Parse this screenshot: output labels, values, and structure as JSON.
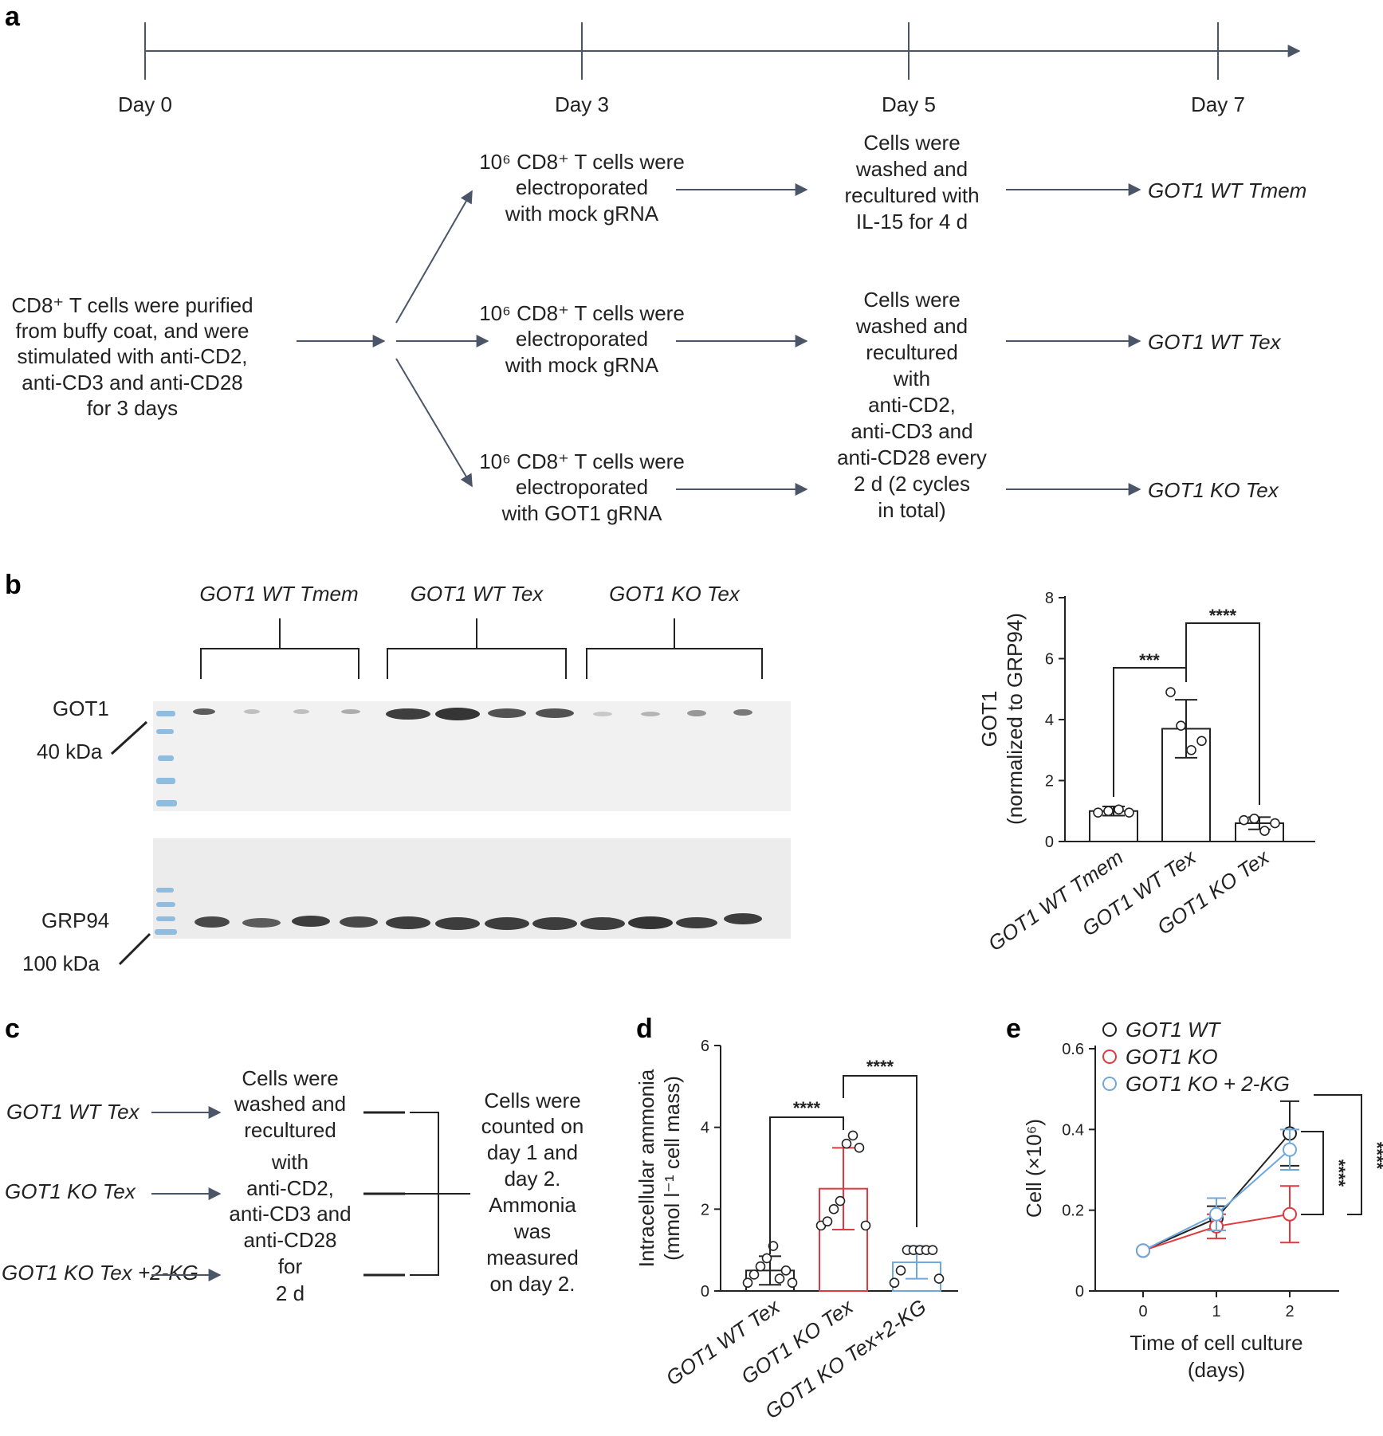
{
  "panels": {
    "a": "a",
    "b": "b",
    "c": "c",
    "d": "d",
    "e": "e"
  },
  "a": {
    "days": [
      "Day 0",
      "Day 3",
      "Day 5",
      "Day 7"
    ],
    "start": [
      "CD8⁺ T cells were purified",
      "from buffy coat, and were",
      "stimulated with anti-CD2,",
      "anti-CD3 and anti-CD28",
      "for 3 days"
    ],
    "electro_mock_1": [
      "10⁶ CD8⁺ T cells were",
      "electroporated",
      "with mock gRNA"
    ],
    "electro_mock_2": [
      "10⁶ CD8⁺ T cells were",
      "electroporated",
      "with mock gRNA"
    ],
    "electro_got1": [
      "10⁶ CD8⁺ T cells were",
      "electroporated",
      "with GOT1 gRNA"
    ],
    "recult_il15": [
      "Cells were",
      "washed and",
      "recultured with",
      "IL-15 for 4 d"
    ],
    "recult_anti": [
      "Cells were",
      "washed and",
      "recultured",
      "with",
      "anti-CD2,",
      "anti-CD3 and",
      "anti-CD28 every",
      "2 d (2 cycles",
      "in total)"
    ],
    "outcomes": [
      "GOT1 WT Tmem",
      "GOT1 WT Tex",
      "GOT1 KO Tex"
    ]
  },
  "b": {
    "groups": [
      "GOT1 WT Tmem",
      "GOT1 WT Tex",
      "GOT1 KO Tex"
    ],
    "blot_labels": {
      "got1": "GOT1",
      "kda40": "40 kDa",
      "grp94": "GRP94",
      "kda100": "100 kDa"
    },
    "ylabel_1": "GOT1",
    "ylabel_2": "(normalized to GRP94)",
    "sig": [
      "***",
      "****"
    ]
  },
  "c": {
    "inputs": [
      "GOT1 WT Tex",
      "GOT1 KO Tex",
      "GOT1 KO Tex +2-KG"
    ],
    "mid": [
      "Cells were",
      "washed and",
      "recultured",
      "with",
      "anti-CD2,",
      "anti-CD3 and",
      "anti-CD28",
      "for",
      "2 d"
    ],
    "right": [
      "Cells were",
      "counted on",
      "day 1 and",
      "day 2.",
      "Ammonia",
      "was",
      "measured",
      "on day 2."
    ]
  },
  "d": {
    "ylabel_1": "Intracellular ammonia",
    "ylabel_2": "(mmol l⁻¹ cell mass)",
    "sig": [
      "****",
      "****"
    ]
  },
  "e": {
    "legend": [
      "GOT1 WT",
      "GOT1 KO",
      "GOT1 KO + 2-KG"
    ],
    "xlabel_1": "Time of cell culture",
    "xlabel_2": "(days)",
    "ylabel": "Cell (×10⁶)",
    "sig": [
      "****",
      "****"
    ]
  },
  "chart_data": [
    {
      "id": "b",
      "type": "bar",
      "categories": [
        "GOT1 WT Tmem",
        "GOT1 WT Tex",
        "GOT1 KO Tex"
      ],
      "values": [
        1.0,
        3.7,
        0.6
      ],
      "errors": [
        0.15,
        0.95,
        0.2
      ],
      "points": [
        [
          0.95,
          1.0,
          1.05,
          0.95
        ],
        [
          4.9,
          3.8,
          3.0,
          3.3
        ],
        [
          0.7,
          0.75,
          0.35,
          0.6
        ]
      ],
      "ylabel": "GOT1 (normalized to GRP94)",
      "ylim": [
        0,
        8
      ],
      "yticks": [
        0,
        2,
        4,
        6,
        8
      ],
      "colors": [
        "#222222",
        "#222222",
        "#222222"
      ]
    },
    {
      "id": "d",
      "type": "bar",
      "categories": [
        "GOT1 WT Tex",
        "GOT1 KO Tex",
        "GOT1 KO Tex+2-KG"
      ],
      "values": [
        0.5,
        2.5,
        0.7
      ],
      "errors": [
        0.35,
        1.0,
        0.4
      ],
      "points": [
        [
          0.2,
          0.4,
          0.6,
          0.8,
          1.1,
          0.3,
          0.5,
          0.2
        ],
        [
          1.6,
          1.7,
          2.0,
          2.2,
          3.6,
          3.8,
          3.5,
          1.6
        ],
        [
          0.2,
          0.5,
          1.0,
          1.0,
          1.0,
          1.0,
          1.0,
          0.3
        ]
      ],
      "ylabel": "Intracellular ammonia (mmol l⁻¹ cell mass)",
      "ylim": [
        0,
        6
      ],
      "yticks": [
        0,
        2,
        4,
        6
      ],
      "colors": [
        "#222222",
        "#e0393e",
        "#6fa8dc"
      ]
    },
    {
      "id": "e",
      "type": "line",
      "x": [
        0,
        1,
        2
      ],
      "series": [
        {
          "name": "GOT1 WT",
          "values": [
            0.1,
            0.18,
            0.39
          ],
          "errors": [
            0.0,
            0.03,
            0.08
          ],
          "color": "#222222"
        },
        {
          "name": "GOT1 KO",
          "values": [
            0.1,
            0.16,
            0.19
          ],
          "errors": [
            0.0,
            0.03,
            0.07
          ],
          "color": "#e0393e"
        },
        {
          "name": "GOT1 KO + 2-KG",
          "values": [
            0.1,
            0.19,
            0.35
          ],
          "errors": [
            0.0,
            0.04,
            0.05
          ],
          "color": "#6fa8dc"
        }
      ],
      "xlabel": "Time of cell culture (days)",
      "ylabel": "Cell (×10⁶)",
      "ylim": [
        0,
        0.6
      ],
      "yticks": [
        0,
        0.2,
        0.4,
        0.6
      ],
      "xticks": [
        0,
        1,
        2
      ]
    }
  ]
}
